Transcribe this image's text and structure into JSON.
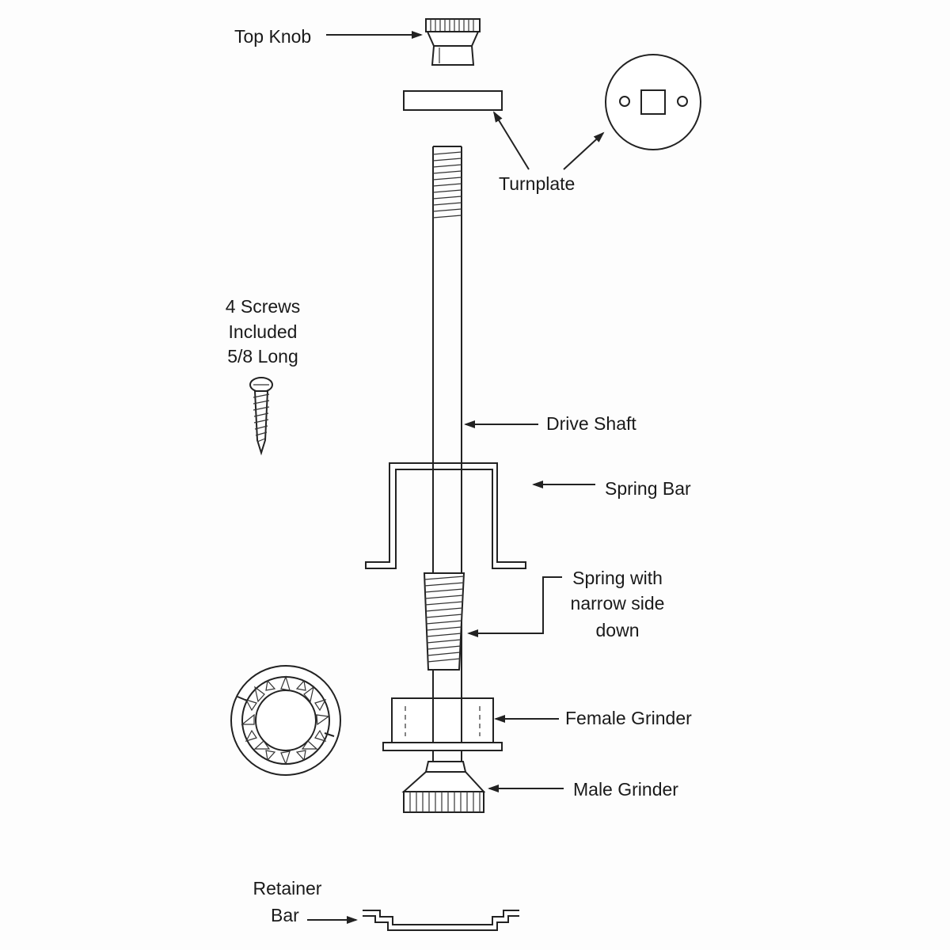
{
  "labels": {
    "top_knob": "Top Knob",
    "turnplate": "Turnplate",
    "screws_line1": "4 Screws",
    "screws_line2": "Included",
    "screws_line3": "5/8 Long",
    "drive_shaft": "Drive Shaft",
    "spring_bar": "Spring Bar",
    "spring_line1": "Spring with",
    "spring_line2": "narrow side",
    "spring_line3": "down",
    "female_grinder": "Female Grinder",
    "male_grinder": "Male Grinder",
    "retainer_line1": "Retainer",
    "retainer_line2": "Bar"
  },
  "colors": {
    "ink": "#222222",
    "paper": "#fdfdfd"
  }
}
